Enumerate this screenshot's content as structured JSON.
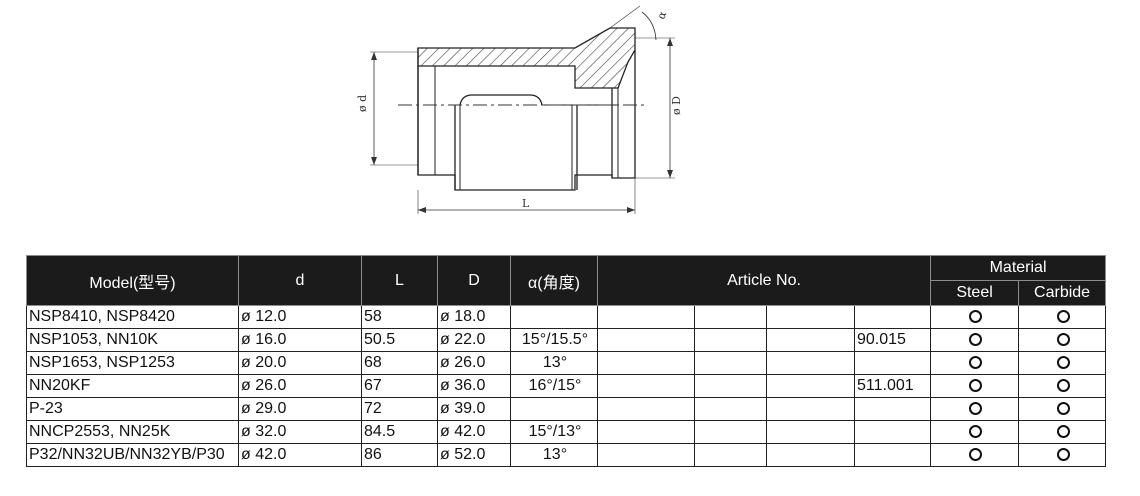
{
  "drawing": {
    "labels": {
      "d": "ø d",
      "D": "ø D",
      "L": "L",
      "alpha": "α"
    }
  },
  "table": {
    "headers": {
      "model": "Model(型号)",
      "d": "d",
      "L": "L",
      "D": "D",
      "angle": "α(角度)",
      "article": "Article No.",
      "material": "Material",
      "steel": "Steel",
      "carbide": "Carbide"
    },
    "rows": [
      {
        "model": "NSP8410,  NSP8420",
        "d": "ø 12.0",
        "L": "58",
        "D": "ø 18.0",
        "angle": "",
        "art": [
          "",
          "",
          "",
          ""
        ],
        "steel": true,
        "carbide": true
      },
      {
        "model": "NSP1053,  NN10K",
        "d": "ø 16.0",
        "L": "50.5",
        "D": "ø 22.0",
        "angle": "15°/15.5°",
        "art": [
          "",
          "",
          "",
          "90.015"
        ],
        "steel": true,
        "carbide": true
      },
      {
        "model": "NSP1653,  NSP1253",
        "d": "ø 20.0",
        "L": "68",
        "D": "ø 26.0",
        "angle": "13°",
        "art": [
          "",
          "",
          "",
          ""
        ],
        "steel": true,
        "carbide": true
      },
      {
        "model": "NN20KF",
        "d": "ø 26.0",
        "L": "67",
        "D": "ø 36.0",
        "angle": "16°/15°",
        "art": [
          "",
          "",
          "",
          "511.001"
        ],
        "steel": true,
        "carbide": true
      },
      {
        "model": "P-23",
        "d": "ø 29.0",
        "L": "72",
        "D": "ø 39.0",
        "angle": "",
        "art": [
          "",
          "",
          "",
          ""
        ],
        "steel": true,
        "carbide": true
      },
      {
        "model": "NNCP2553,  NN25K",
        "d": "ø 32.0",
        "L": "84.5",
        "D": "ø 42.0",
        "angle": "15°/13°",
        "art": [
          "",
          "",
          "",
          ""
        ],
        "steel": true,
        "carbide": true
      },
      {
        "model": "P32/NN32UB/NN32YB/P30",
        "d": "ø 42.0",
        "L": "86",
        "D": "ø 52.0",
        "angle": "13°",
        "art": [
          "",
          "",
          "",
          ""
        ],
        "steel": true,
        "carbide": true
      }
    ]
  }
}
